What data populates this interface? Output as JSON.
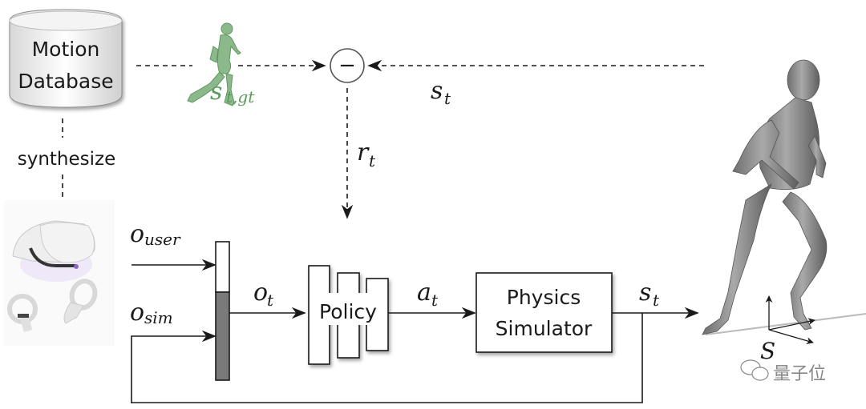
{
  "diagram": {
    "motion_database": {
      "line1": "Motion",
      "line2": "Database"
    },
    "synthesize_label": "synthesize",
    "ground_truth_state": {
      "symbol": "s",
      "subscript": "t,gt",
      "color": "#5a9a5a"
    },
    "subtract_node": {
      "symbol": "−"
    },
    "state_feedback_label": {
      "symbol": "s",
      "subscript": "t"
    },
    "reward_label": {
      "symbol": "r",
      "subscript": "t"
    },
    "user_obs_label": {
      "symbol": "o",
      "subscript": "user"
    },
    "sim_obs_label": {
      "symbol": "o",
      "subscript": "sim"
    },
    "obs_label": {
      "symbol": "o",
      "subscript": "t"
    },
    "policy": {
      "label": "Policy"
    },
    "action_label": {
      "symbol": "a",
      "subscript": "t"
    },
    "physics_simulator": {
      "line1": "Physics",
      "line2": "Simulator"
    },
    "state_output_label": {
      "symbol": "s",
      "subscript": "t"
    },
    "frame_label": "S",
    "watermark": "量子位",
    "colors": {
      "line": "#1a1a1a",
      "obs_bar_fill": "#7a7a7a",
      "humanoid": "#8a8a8a",
      "headset": "#e8e8ec"
    }
  }
}
